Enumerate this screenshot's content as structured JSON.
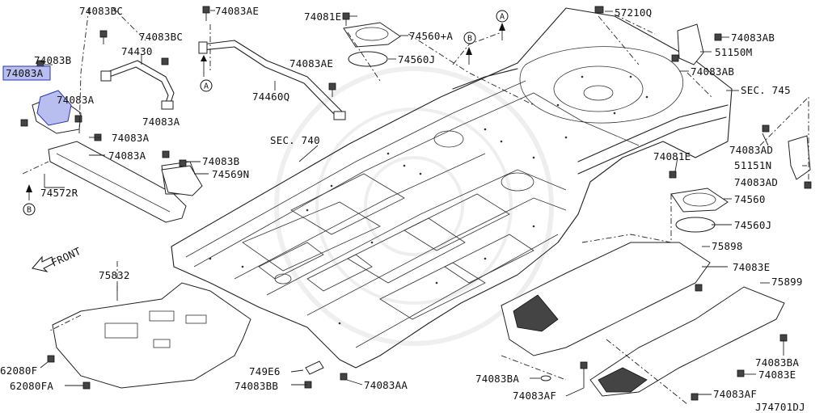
{
  "diagram": {
    "id": "J74701DJ",
    "front_label": "FRONT",
    "ref_a": "A",
    "ref_b": "B",
    "highlighted_part": "74083A",
    "labels": {
      "p74083BC_top": "74083BC",
      "p74083AE_top": "74083AE",
      "p74081E_top": "74081E",
      "p57210Q": "57210Q",
      "p74083B_left": "74083B",
      "p74083BC_mid": "74083BC",
      "p74560A": "74560+A",
      "p74083AB_top": "74083AB",
      "p74430": "74430",
      "p74560J_top": "74560J",
      "p51150M": "51150M",
      "p74083A_hl": "74083A",
      "p74083AE_mid": "74083AE",
      "p74083AB_mid": "74083AB",
      "p74083A_1": "74083A",
      "p74460Q": "74460Q",
      "sec745": "SEC. 745",
      "p74083A_2": "74083A",
      "p74083A_3": "74083A",
      "p74083A_4": "74083A",
      "sec740": "SEC. 740",
      "p74083B_mid": "74083B",
      "p74083AD_1": "74083AD",
      "p74081E_mid": "74081E",
      "p51151N": "51151N",
      "p74569N": "74569N",
      "p74083AD_2": "74083AD",
      "p74572R": "74572R",
      "p74560": "74560",
      "p74560J_mid": "74560J",
      "p75898": "75898",
      "p74083E_1": "74083E",
      "p75832": "75832",
      "p75899": "75899",
      "p62080F": "62080F",
      "p749E6": "749E6",
      "p74083BA_1": "74083BA",
      "p74083BA_2": "74083BA",
      "p74083E_2": "74083E",
      "p62080FA": "62080FA",
      "p74083BB": "74083BB",
      "p74083AA": "74083AA",
      "p74083AF_1": "74083AF",
      "p74083AF_2": "74083AF"
    }
  }
}
